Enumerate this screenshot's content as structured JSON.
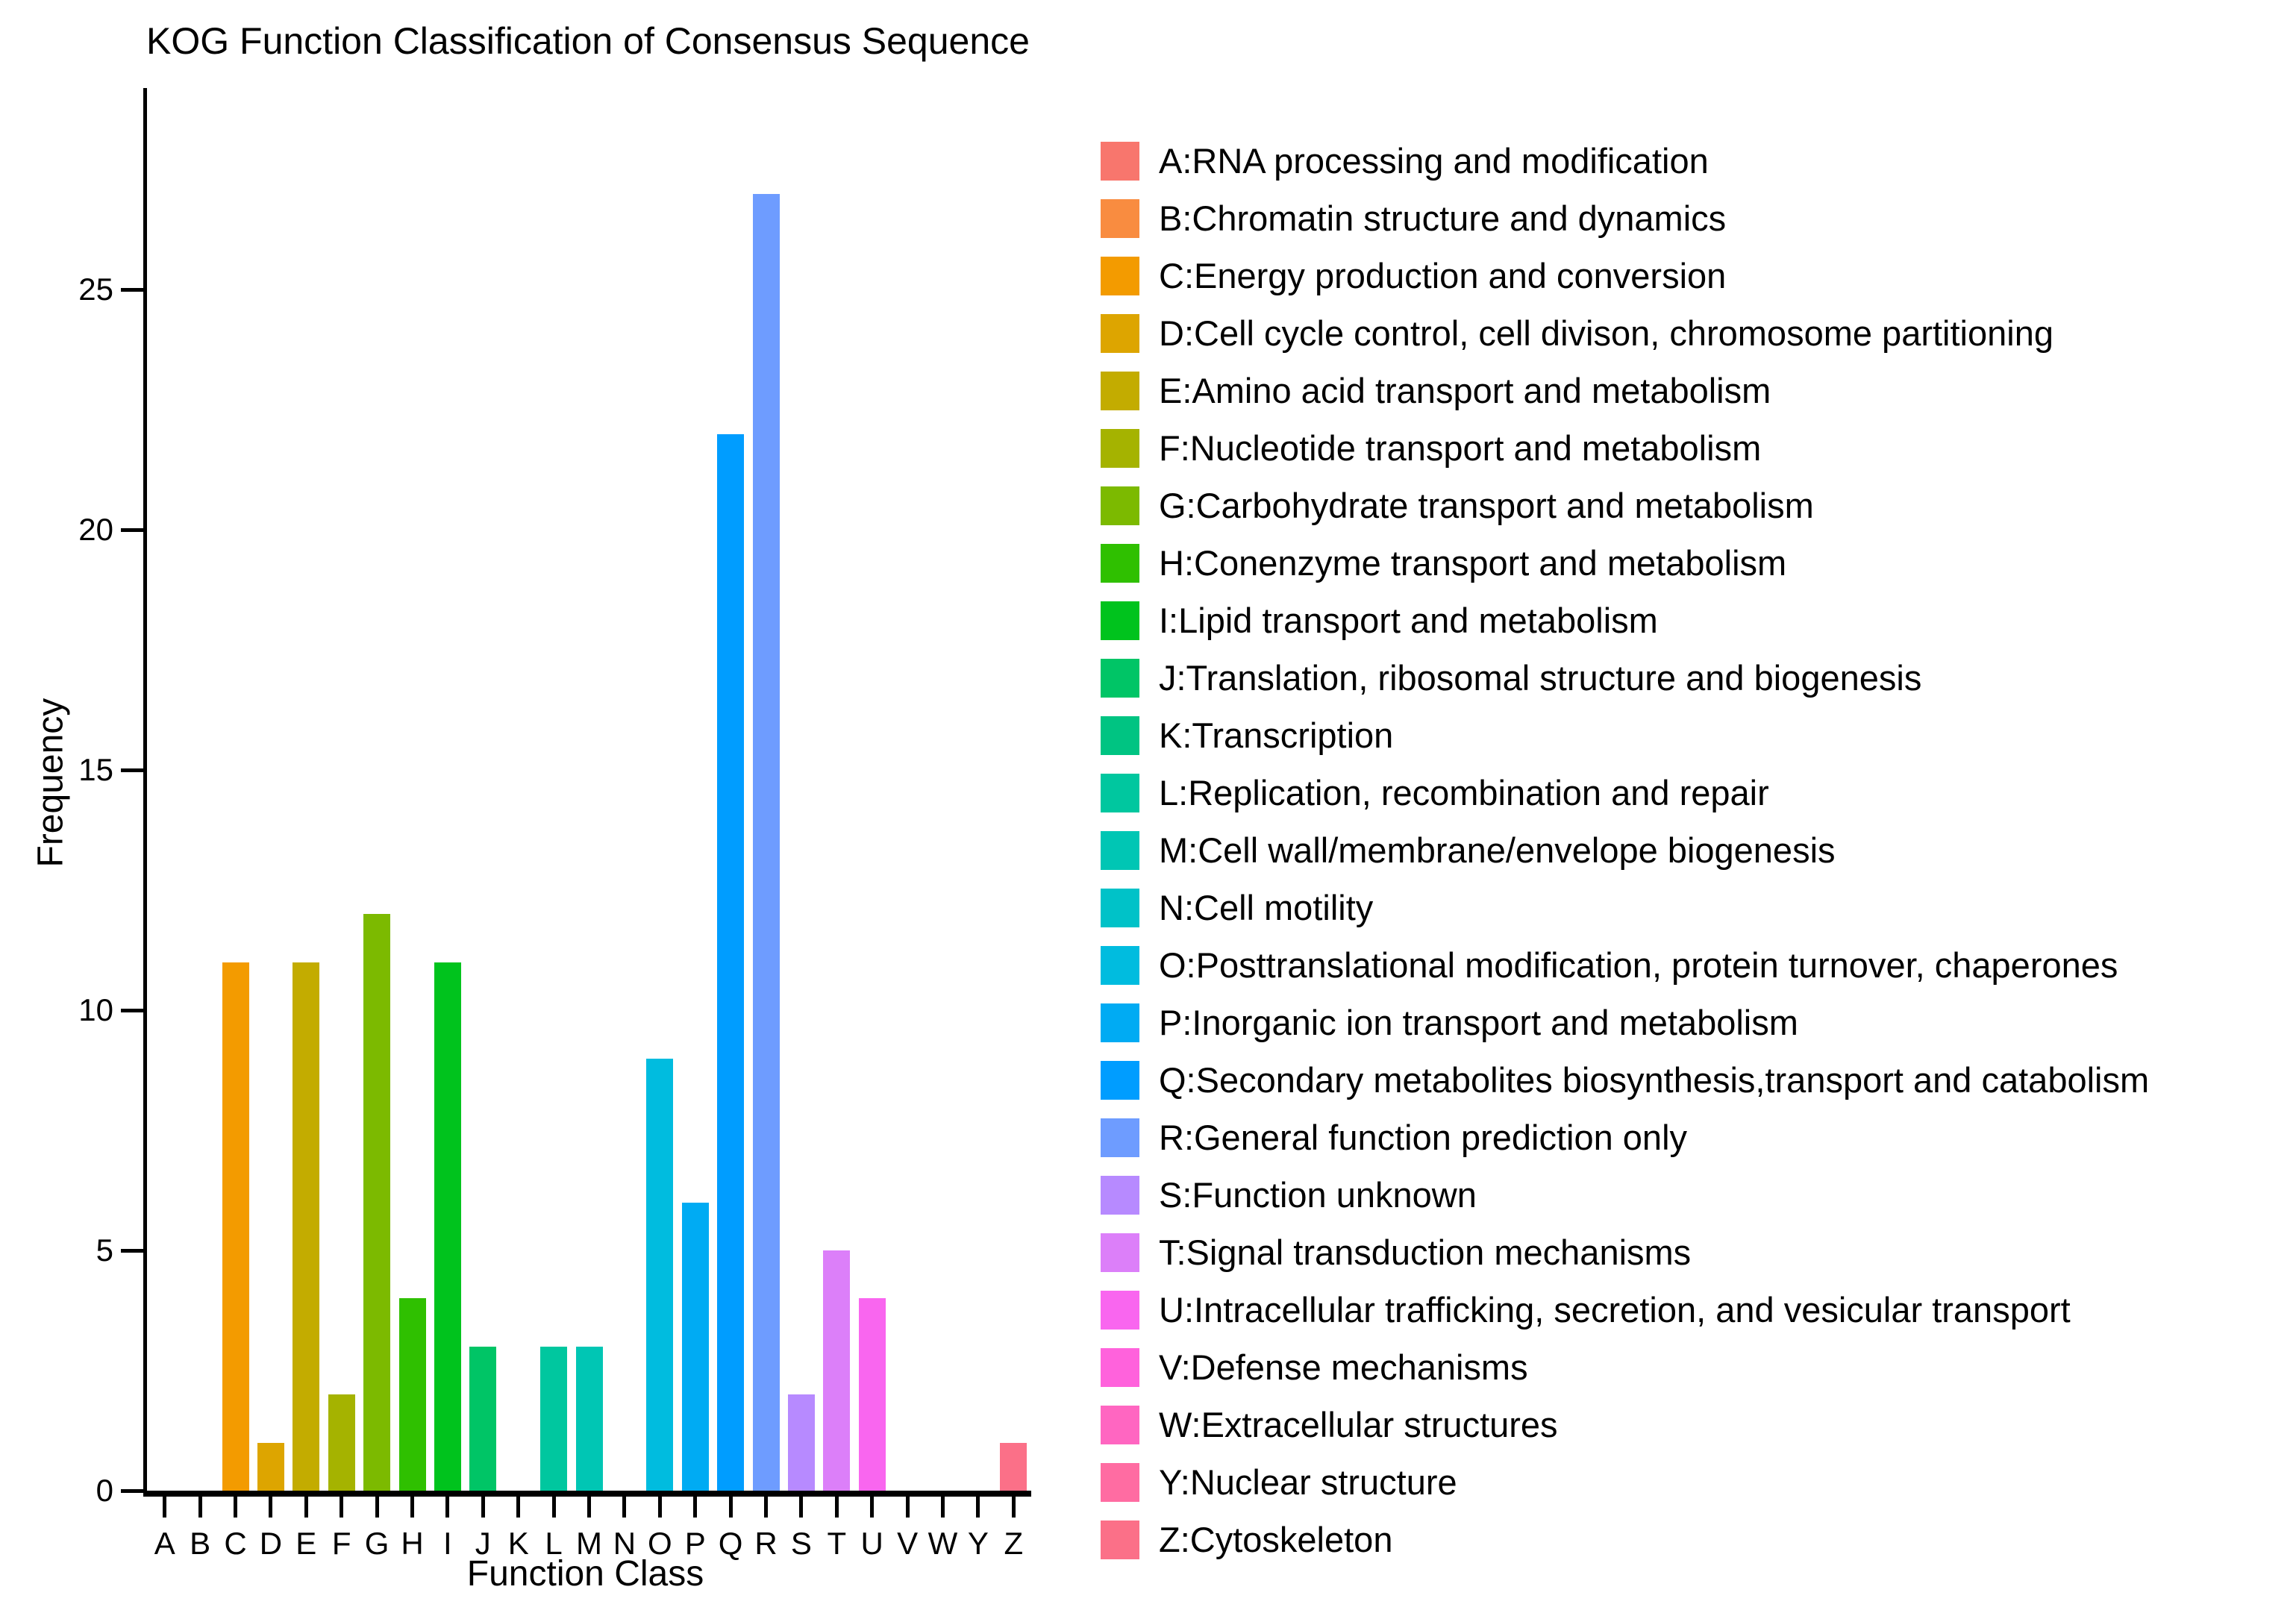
{
  "title": "KOG Function Classification of Consensus Sequence",
  "axes": {
    "x_label": "Function Class",
    "y_label": "Frequency",
    "y_ticks": [
      0,
      5,
      10,
      15,
      20,
      25
    ]
  },
  "chart_data": {
    "type": "bar",
    "title": "KOG Function Classification of Consensus Sequence",
    "xlabel": "Function Class",
    "ylabel": "Frequency",
    "ylim": [
      0,
      29.2
    ],
    "grid": false,
    "legend_position": "right",
    "categories": [
      "A",
      "B",
      "C",
      "D",
      "E",
      "F",
      "G",
      "H",
      "I",
      "J",
      "K",
      "L",
      "M",
      "N",
      "O",
      "P",
      "Q",
      "R",
      "S",
      "T",
      "U",
      "V",
      "W",
      "Y",
      "Z"
    ],
    "values": [
      0,
      0,
      11,
      1,
      11,
      2,
      12,
      4,
      11,
      3,
      0,
      3,
      3,
      0,
      9,
      6,
      22,
      27,
      2,
      5,
      4,
      0,
      0,
      0,
      1
    ],
    "colors": [
      "#F8766D",
      "#F98C40",
      "#F39B00",
      "#DDA500",
      "#C3AC00",
      "#A5B300",
      "#7CBA00",
      "#2FC000",
      "#00C31D",
      "#00C566",
      "#00C482",
      "#00C79F",
      "#00C6B4",
      "#00C2C8",
      "#00BCDF",
      "#00ABF3",
      "#009DFF",
      "#6E9CFF",
      "#B78AFF",
      "#DC7FF9",
      "#F966EF",
      "#FF62DC",
      "#FF66C1",
      "#FF6CA2",
      "#FB7088"
    ],
    "legend": [
      {
        "code": "A",
        "label": "A:RNA processing and modification"
      },
      {
        "code": "B",
        "label": "B:Chromatin structure and dynamics"
      },
      {
        "code": "C",
        "label": "C:Energy production and conversion"
      },
      {
        "code": "D",
        "label": "D:Cell cycle control, cell divison, chromosome partitioning"
      },
      {
        "code": "E",
        "label": "E:Amino acid transport and metabolism"
      },
      {
        "code": "F",
        "label": "F:Nucleotide transport and metabolism"
      },
      {
        "code": "G",
        "label": "G:Carbohydrate transport and metabolism"
      },
      {
        "code": "H",
        "label": "H:Conenzyme transport and metabolism"
      },
      {
        "code": "I",
        "label": "I:Lipid transport and metabolism"
      },
      {
        "code": "J",
        "label": "J:Translation, ribosomal structure and biogenesis"
      },
      {
        "code": "K",
        "label": "K:Transcription"
      },
      {
        "code": "L",
        "label": "L:Replication, recombination and repair"
      },
      {
        "code": "M",
        "label": "M:Cell wall/membrane/envelope biogenesis"
      },
      {
        "code": "N",
        "label": "N:Cell motility"
      },
      {
        "code": "O",
        "label": "O:Posttranslational modification, protein turnover, chaperones"
      },
      {
        "code": "P",
        "label": "P:Inorganic ion transport and metabolism"
      },
      {
        "code": "Q",
        "label": "Q:Secondary metabolites biosynthesis,transport and catabolism"
      },
      {
        "code": "R",
        "label": "R:General function prediction only"
      },
      {
        "code": "S",
        "label": "S:Function unknown"
      },
      {
        "code": "T",
        "label": "T:Signal transduction mechanisms"
      },
      {
        "code": "U",
        "label": "U:Intracellular trafficking, secretion, and vesicular transport"
      },
      {
        "code": "V",
        "label": "V:Defense mechanisms"
      },
      {
        "code": "W",
        "label": "W:Extracellular structures"
      },
      {
        "code": "Y",
        "label": "Y:Nuclear structure"
      },
      {
        "code": "Z",
        "label": "Z:Cytoskeleton"
      }
    ]
  }
}
